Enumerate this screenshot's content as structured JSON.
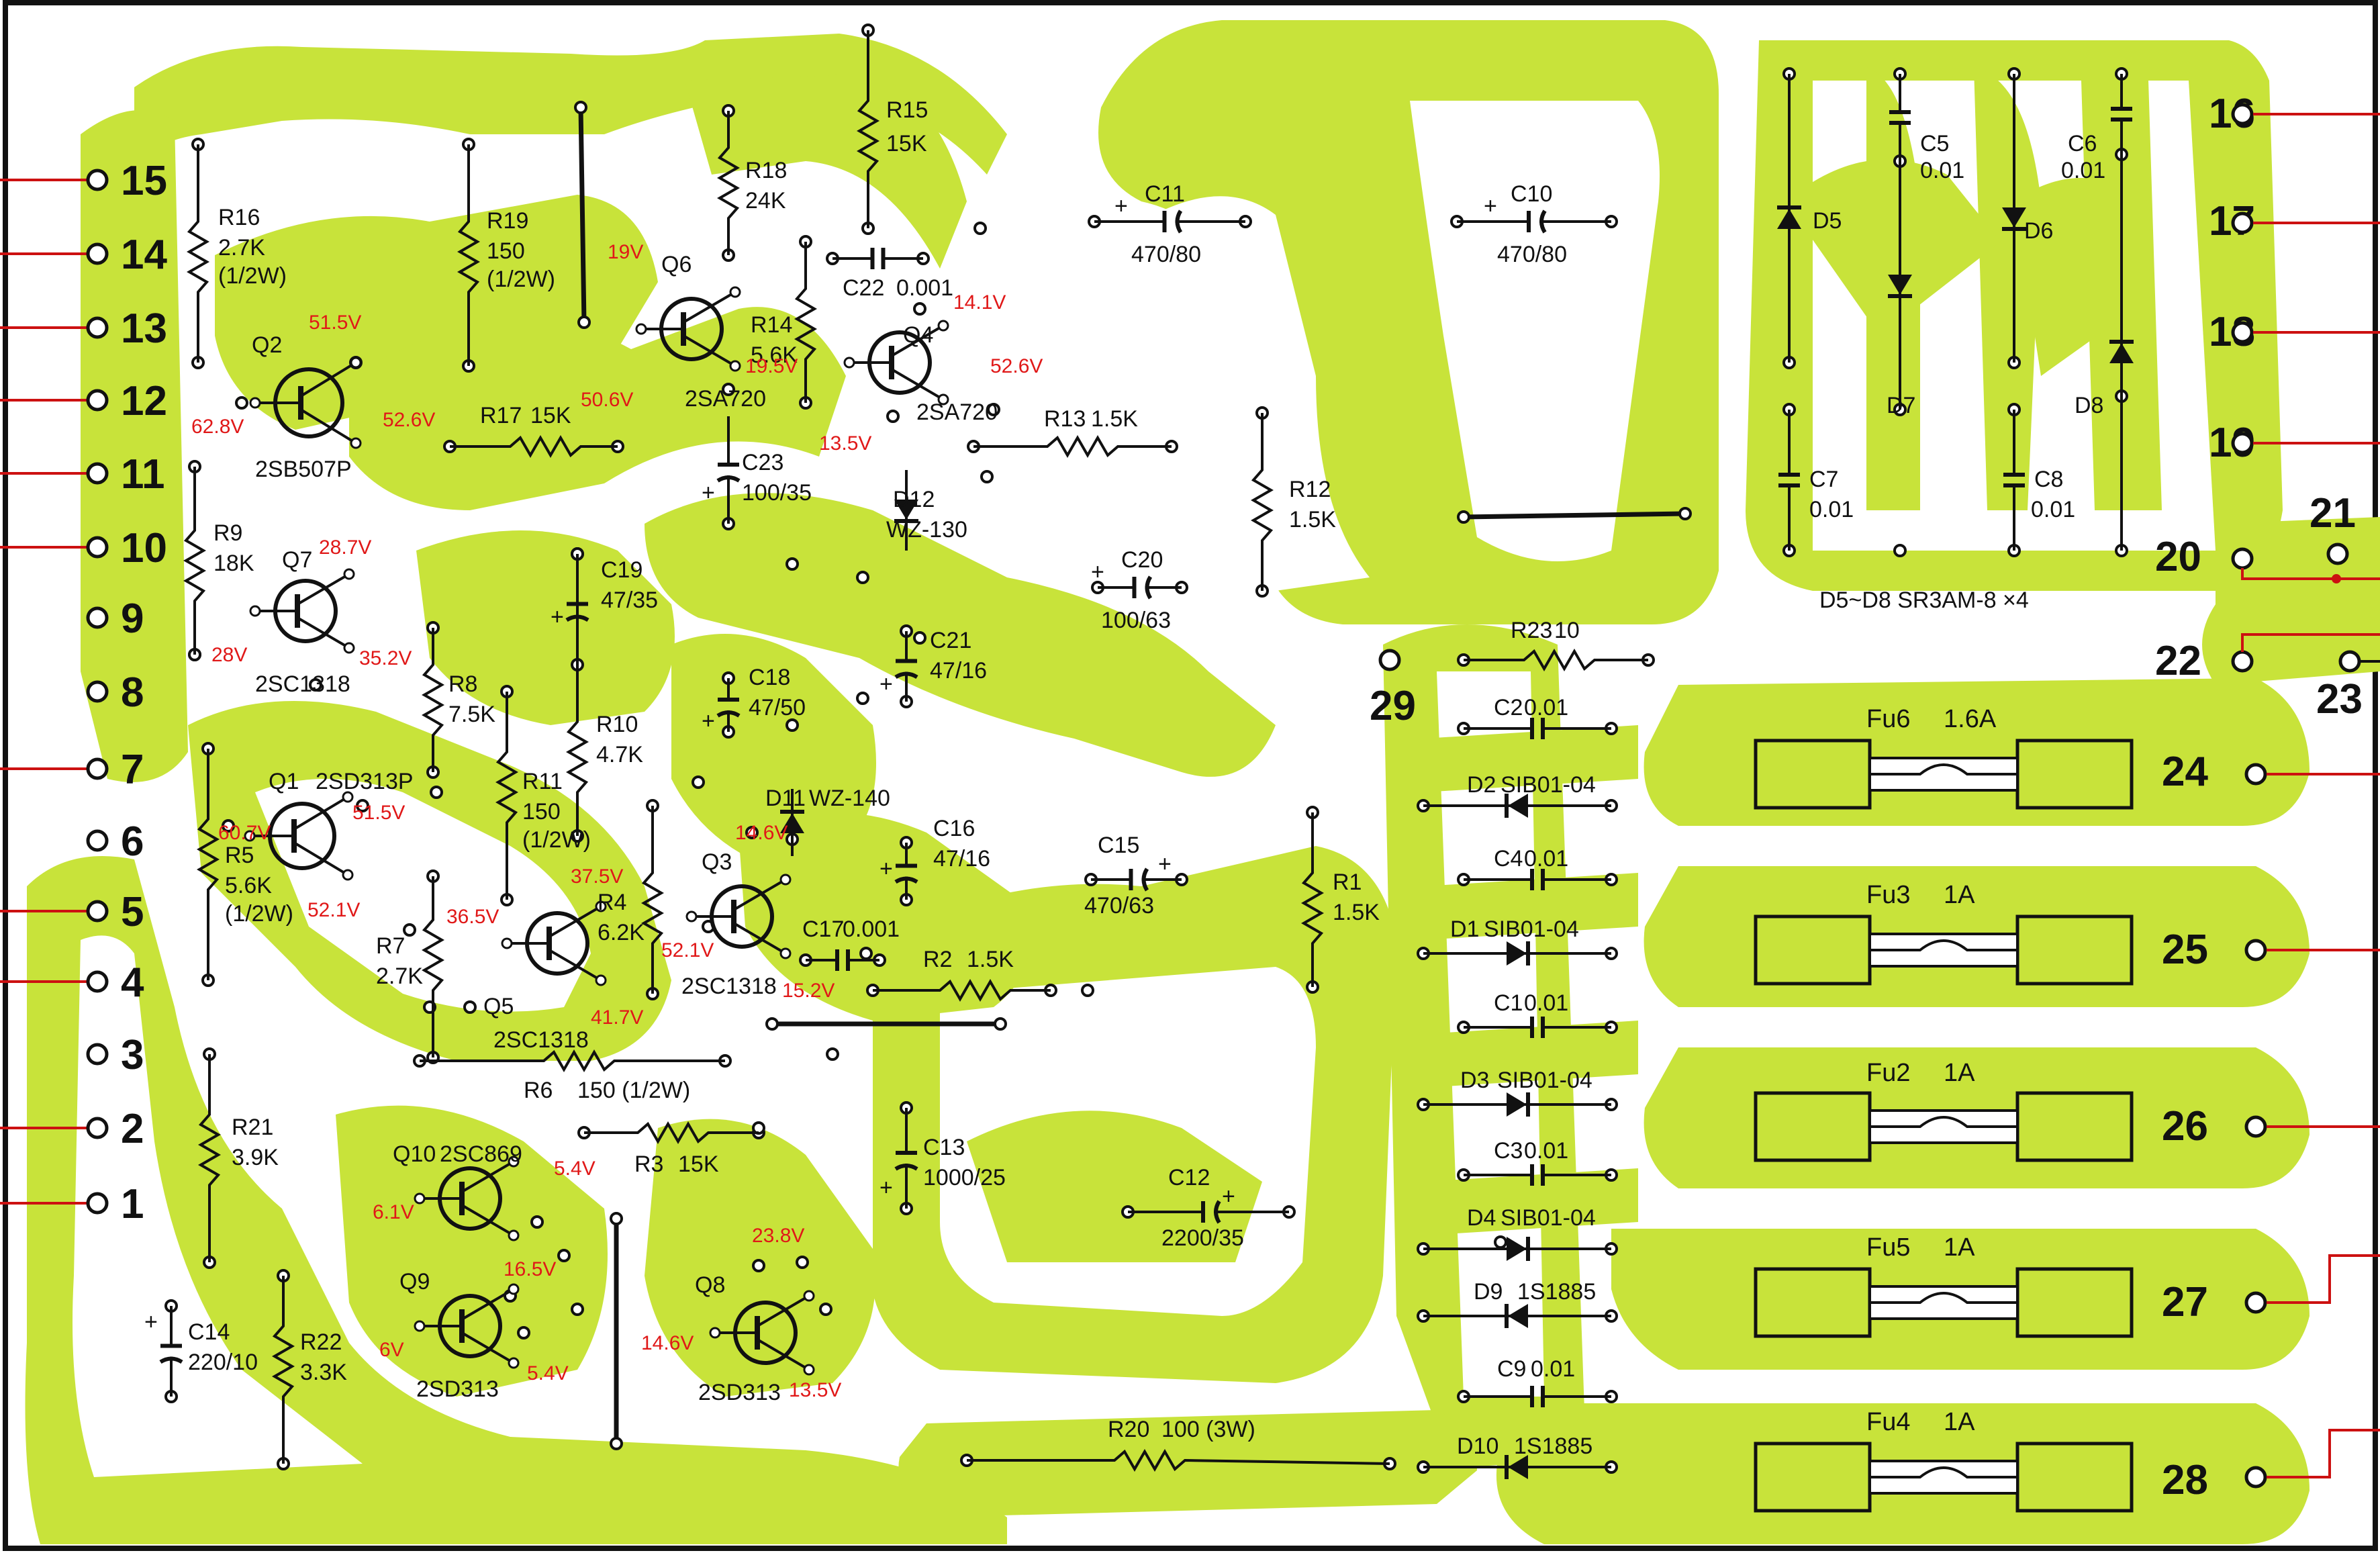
{
  "colors": {
    "trace": "#c8e33a",
    "ink": "#111111",
    "voltage": "#e01818",
    "wire": "#cc1111",
    "background": "#ffffff"
  },
  "left_terminals": [
    "15",
    "14",
    "13",
    "12",
    "11",
    "10",
    "9",
    "8",
    "7",
    "6",
    "5",
    "4",
    "3",
    "2",
    "1"
  ],
  "right_terminals": [
    "16",
    "17",
    "18",
    "19",
    "20",
    "21",
    "22",
    "23",
    "24",
    "25",
    "26",
    "27",
    "28"
  ],
  "terminal_29": "29",
  "components": [
    {
      "ref": "R16",
      "value": "2.7K",
      "note": "(1/2W)"
    },
    {
      "ref": "R19",
      "value": "150",
      "note": "(1/2W)"
    },
    {
      "ref": "R18",
      "value": "24K"
    },
    {
      "ref": "R15",
      "value": "15K"
    },
    {
      "ref": "R14",
      "value": "5.6K"
    },
    {
      "ref": "R17",
      "value": "15K"
    },
    {
      "ref": "R13",
      "value": "1.5K"
    },
    {
      "ref": "R12",
      "value": "1.5K"
    },
    {
      "ref": "R9",
      "value": "18K"
    },
    {
      "ref": "R8",
      "value": "7.5K"
    },
    {
      "ref": "R10",
      "value": "4.7K"
    },
    {
      "ref": "R11",
      "value": "150",
      "note": "(1/2W)"
    },
    {
      "ref": "R5",
      "value": "5.6K",
      "note": "(1/2W)"
    },
    {
      "ref": "R7",
      "value": "2.7K"
    },
    {
      "ref": "R4",
      "value": "6.2K"
    },
    {
      "ref": "R1",
      "value": "1.5K"
    },
    {
      "ref": "R2",
      "value": "1.5K"
    },
    {
      "ref": "R6",
      "value": "150 (1/2W)"
    },
    {
      "ref": "R3",
      "value": "15K"
    },
    {
      "ref": "R21",
      "value": "3.9K"
    },
    {
      "ref": "R22",
      "value": "3.3K"
    },
    {
      "ref": "R20",
      "value": "100 (3W)"
    },
    {
      "ref": "R23",
      "value": "10"
    },
    {
      "ref": "C11",
      "value": "470/80"
    },
    {
      "ref": "C10",
      "value": "470/80"
    },
    {
      "ref": "C22",
      "value": "0.001"
    },
    {
      "ref": "C23",
      "value": "100/35"
    },
    {
      "ref": "C19",
      "value": "47/35"
    },
    {
      "ref": "C20",
      "value": "100/63"
    },
    {
      "ref": "C21",
      "value": "47/16"
    },
    {
      "ref": "C18",
      "value": "47/50"
    },
    {
      "ref": "C16",
      "value": "47/16"
    },
    {
      "ref": "C15",
      "value": "470/63"
    },
    {
      "ref": "C17",
      "value": "0.001"
    },
    {
      "ref": "C13",
      "value": "1000/25"
    },
    {
      "ref": "C12",
      "value": "2200/35"
    },
    {
      "ref": "C14",
      "value": "220/10"
    },
    {
      "ref": "C5",
      "value": "0.01"
    },
    {
      "ref": "C6",
      "value": "0.01"
    },
    {
      "ref": "C7",
      "value": "0.01"
    },
    {
      "ref": "C8",
      "value": "0.01"
    },
    {
      "ref": "C2",
      "value": "0.01"
    },
    {
      "ref": "C4",
      "value": "0.01"
    },
    {
      "ref": "C1",
      "value": "0.01"
    },
    {
      "ref": "C3",
      "value": "0.01"
    },
    {
      "ref": "C9",
      "value": "0.01"
    },
    {
      "ref": "D2",
      "value": "SIB01-04"
    },
    {
      "ref": "D1",
      "value": "SIB01-04"
    },
    {
      "ref": "D3",
      "value": "SIB01-04"
    },
    {
      "ref": "D4",
      "value": "SIB01-04"
    },
    {
      "ref": "D9",
      "value": "1S1885"
    },
    {
      "ref": "D10",
      "value": "1S1885"
    },
    {
      "ref": "D11",
      "value": "WZ-140"
    },
    {
      "ref": "D12",
      "value": "WZ-130"
    },
    {
      "ref": "Q2",
      "value": "2SB507P"
    },
    {
      "ref": "Q6",
      "value": "2SA720"
    },
    {
      "ref": "Q4",
      "value": "2SA720"
    },
    {
      "ref": "Q7",
      "value": "2SC1318"
    },
    {
      "ref": "Q1",
      "value": "2SD313P"
    },
    {
      "ref": "Q5",
      "value": "2SC1318"
    },
    {
      "ref": "Q3",
      "value": "2SC1318"
    },
    {
      "ref": "Q10",
      "value": "2SC869"
    },
    {
      "ref": "Q9",
      "value": "2SD313"
    },
    {
      "ref": "Q8",
      "value": "2SD313"
    }
  ],
  "diodes_group": [
    "D5",
    "D6",
    "D7",
    "D8"
  ],
  "diodes_note": "D5~D8  SR3AM-8 ×4",
  "fuses": [
    {
      "ref": "Fu6",
      "rating": "1.6A"
    },
    {
      "ref": "Fu3",
      "rating": "1A"
    },
    {
      "ref": "Fu2",
      "rating": "1A"
    },
    {
      "ref": "Fu5",
      "rating": "1A"
    },
    {
      "ref": "Fu4",
      "rating": "1A"
    }
  ],
  "voltages": [
    "51.5V",
    "62.8V",
    "52.6V",
    "19V",
    "19.5V",
    "50.6V",
    "14.1V",
    "52.6V",
    "13.5V",
    "28.7V",
    "28V",
    "35.2V",
    "60.7V",
    "51.5V",
    "52.1V",
    "14.6V",
    "37.5V",
    "36.5V",
    "41.7V",
    "52.1V",
    "15.2V",
    "5.4V",
    "6.1V",
    "16.5V",
    "6V",
    "5.4V",
    "23.8V",
    "14.6V",
    "13.5V"
  ]
}
